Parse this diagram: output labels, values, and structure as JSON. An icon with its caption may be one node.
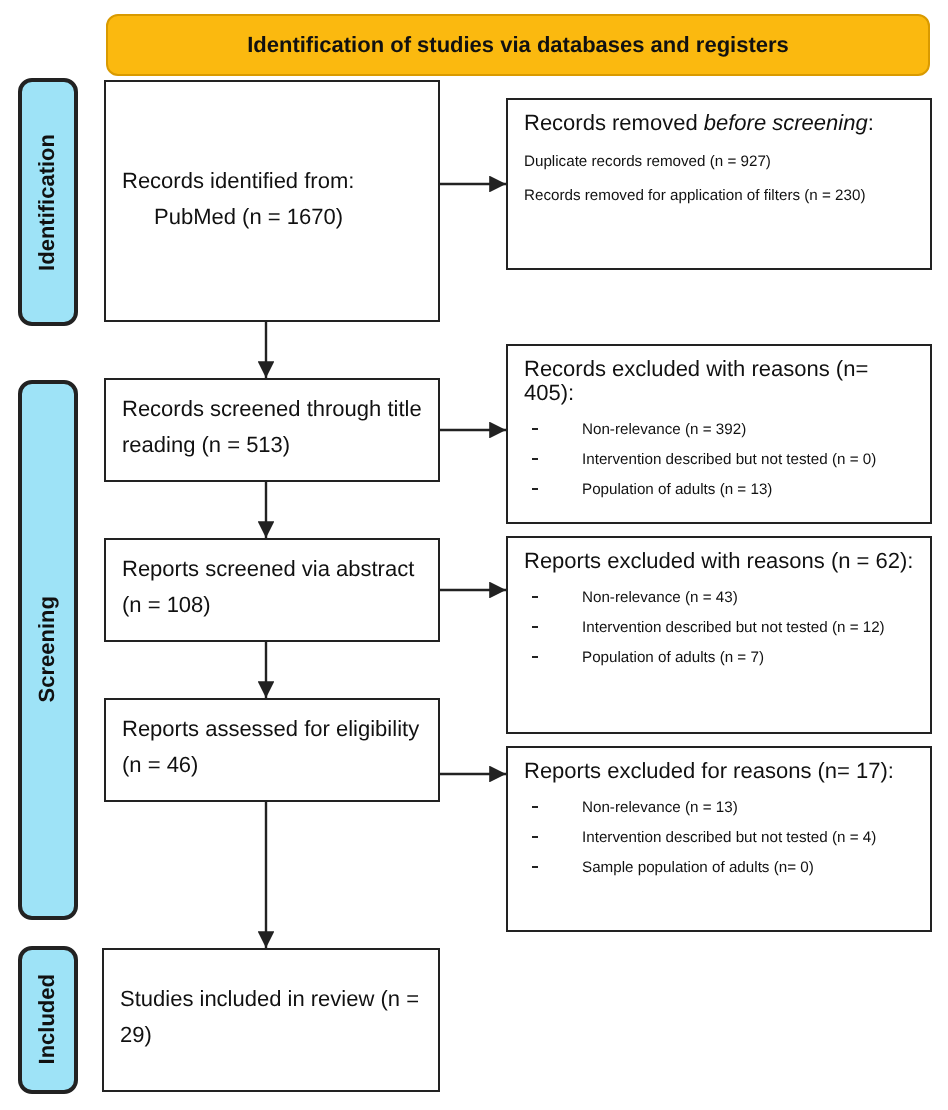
{
  "diagram": {
    "nodes": [
      {
        "text": [
          "Identification of studies via databases and registers"
        ]
      },
      {
        "text": [
          "Identification"
        ]
      },
      {
        "text": [
          "Records identified from:",
          "PubMed (n = 1670)"
        ]
      },
      {
        "text": [
          "Records removed *before screening*:",
          "Duplicate records removed (n = 927)",
          "Records removed for application of filters (n = 230)"
        ]
      },
      {
        "text": [
          "Screening"
        ]
      },
      {
        "text": [
          "Records screened through title reading (n = 513)"
        ]
      },
      {
        "text": [
          "Records excluded with reasons (n= 405):",
          "Non-relevance (n = 392)",
          "Intervention described but not tested (n = 0)",
          "Population of adults (n = 13)"
        ]
      },
      {
        "text": [
          "Reports screened via abstract (n = 108)"
        ]
      },
      {
        "text": [
          "Reports excluded with reasons (n = 62):",
          "Non-relevance (n = 43)",
          "Intervention described but not tested (n = 12)",
          "Population of adults (n = 7)"
        ]
      },
      {
        "text": [
          "Reports assessed for eligibility (n = 46)"
        ]
      },
      {
        "text": [
          "Reports excluded for reasons (n= 17):",
          "Non-relevance (n = 13)",
          "Intervention described but not tested (n = 4)",
          "Sample population of adults (n= 0)"
        ]
      },
      {
        "text": [
          "Included"
        ]
      },
      {
        "text": [
          "Studies included in review (n = 29)"
        ]
      }
    ],
    "edges": [
      {
        "from": 2,
        "to": 3,
        "arrow": "to"
      },
      {
        "from": 2,
        "to": 5,
        "arrow": "to"
      },
      {
        "from": 5,
        "to": 6,
        "arrow": "to"
      },
      {
        "from": 5,
        "to": 7,
        "arrow": "to"
      },
      {
        "from": 7,
        "to": 8,
        "arrow": "to"
      },
      {
        "from": 7,
        "to": 9,
        "arrow": "to"
      },
      {
        "from": 9,
        "to": 10,
        "arrow": "to"
      },
      {
        "from": 9,
        "to": 12,
        "arrow": "to"
      }
    ]
  }
}
